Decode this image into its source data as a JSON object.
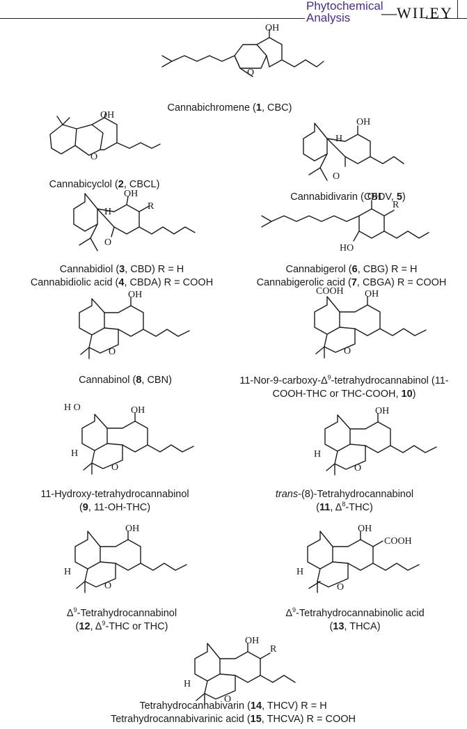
{
  "header": {
    "journal_line1": "Phytochemical",
    "journal_line2": "Analysis",
    "publisher": "WILEY"
  },
  "atom_labels": {
    "oh": "OH",
    "o": "O",
    "h": "H",
    "r": "R",
    "cooh": "COOH",
    "ho": "HO",
    "ho_prefix": "H O"
  },
  "compounds": [
    {
      "name": "Cannabichromene",
      "number": "1",
      "code": "CBC"
    },
    {
      "name": "Cannabicyclol",
      "number": "2",
      "code": "CBCL"
    },
    {
      "name": "Cannabidivarin",
      "number": "5",
      "code": "CBDV"
    },
    {
      "name": "Cannabidiol",
      "number": "3",
      "code": "CBD",
      "r": "R = H"
    },
    {
      "name": "Cannabidiolic acid",
      "number": "4",
      "code": "CBDA",
      "r": "R = COOH"
    },
    {
      "name": "Cannabigerol",
      "number": "6",
      "code": "CBG",
      "r": "R = H"
    },
    {
      "name": "Cannabigerolic acid",
      "number": "7",
      "code": "CBGA",
      "r": "R = COOH"
    },
    {
      "name": "Cannabinol",
      "number": "8",
      "code": "CBN"
    },
    {
      "name_a": "11-Nor-9-carboxy-",
      "delta": "Δ",
      "sup": "9",
      "name_b": "-tetrahydrocannabinol (11-",
      "name_c": "COOH-THC or THC-COOH, ",
      "number": "10",
      "tail": ")"
    },
    {
      "name": "11-Hydroxy-tetrahydrocannabinol",
      "number": "9",
      "code": "11-OH-THC"
    },
    {
      "prefix": "trans",
      "name": "-(8)-Tetrahydrocannabinol",
      "number": "11",
      "delta": "Δ",
      "sup": "8",
      "code": "-THC"
    },
    {
      "delta": "Δ",
      "sup": "9",
      "name": "-Tetrahydrocannabinol",
      "number": "12",
      "sup2": "9",
      "code": "-THC or THC"
    },
    {
      "delta": "Δ",
      "sup": "9",
      "name": "-Tetrahydrocannabinolic acid",
      "number": "13",
      "code": "THCA"
    },
    {
      "name": "Tetrahydrocannabivarin",
      "number": "14",
      "code": "THCV",
      "r": "R = H"
    },
    {
      "name": "Tetrahydrocannabivarinic acid",
      "number": "15",
      "code": "THCVA",
      "r": "R = COOH"
    }
  ]
}
